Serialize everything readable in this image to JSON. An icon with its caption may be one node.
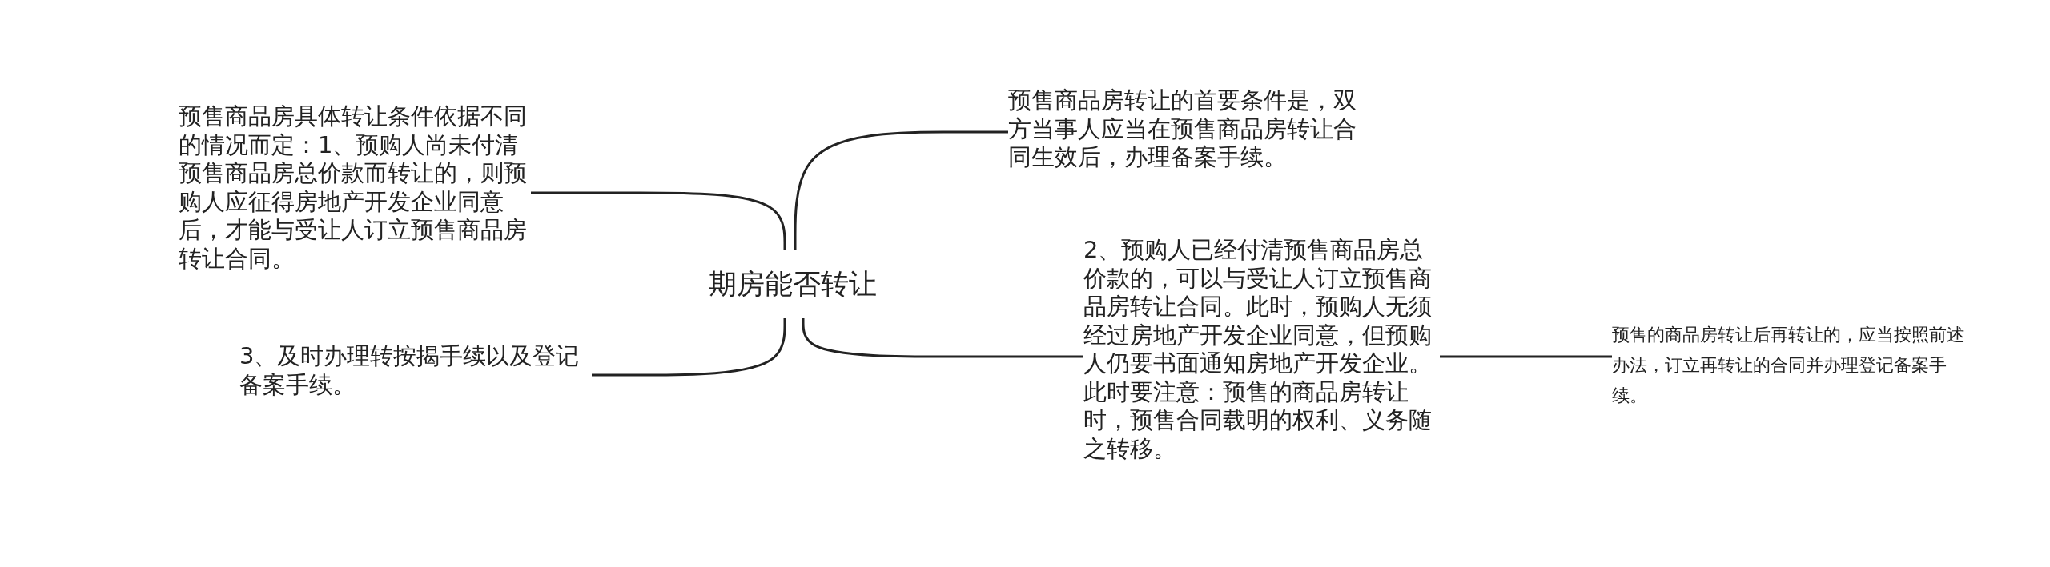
{
  "diagram": {
    "nodes": [
      {
        "text": [
          "期房能否转让"
        ]
      },
      {
        "text": [
          "预售商品房具体转让条件依据不同的情况而定：1、预购人尚未付清预售商品房总价款而转让的，则预购人应征得房地产开发企业同意后，才能与受让人订立预售商品房转让合同。"
        ]
      },
      {
        "text": [
          "3、及时办理转按揭手续以及登记备案手续。"
        ]
      },
      {
        "text": [
          "预售商品房转让的首要条件是，双方当事人应当在预售商品房转让合同生效后，办理备案手续。"
        ]
      },
      {
        "text": [
          "2、预购人已经付清预售商品房总价款的，可以与受让人订立预售商品房转让合同。此时，预购人无须经过房地产开发企业同意，但预购人仍要书面通知房地产开发企业。此时要注意：预售的商品房转让时，预售合同载明的权利、义务随之转移。"
        ]
      },
      {
        "text": [
          "预售的商品房转让后再转让的，应当按照前述办法，订立再转让的合同并办理登记备案手续。"
        ]
      }
    ],
    "edges": [
      {
        "from": 0,
        "to": 1,
        "arrow": "none"
      },
      {
        "from": 0,
        "to": 3,
        "arrow": "none"
      },
      {
        "from": 0,
        "to": 2,
        "arrow": "none"
      },
      {
        "from": 0,
        "to": 4,
        "arrow": "none"
      },
      {
        "from": 4,
        "to": 5,
        "arrow": "none"
      }
    ]
  }
}
